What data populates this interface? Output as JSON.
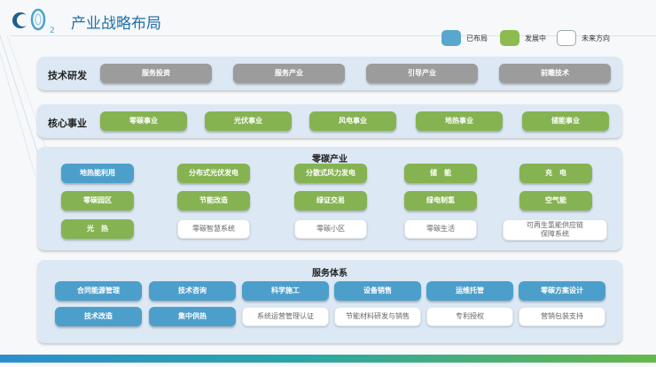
{
  "header": {
    "title": "产业战略布局",
    "logo_text": "C O",
    "logo_sub": "2"
  },
  "legend": [
    {
      "label": "已布局",
      "color": "#57a7cf"
    },
    {
      "label": "发展中",
      "color": "#8dbb4f"
    },
    {
      "label": "未来方向",
      "color": "#ffffff"
    }
  ],
  "tech_rd": {
    "label": "技术研发",
    "items": [
      "服务投资",
      "服务产业",
      "引导产业",
      "前瞻技术"
    ]
  },
  "core": {
    "label": "核心事业",
    "items": [
      "零碳事业",
      "光伏事业",
      "风电事业",
      "地热事业",
      "储能事业"
    ]
  },
  "zero_carbon": {
    "title": "零碳产业",
    "row1": [
      "地热能利用",
      "分布式光伏发电",
      "分散式风力发电",
      "储　能",
      "充　电"
    ],
    "row2": [
      "零碳园区",
      "节能改造",
      "绿证交易",
      "绿电制氢",
      "空气能"
    ],
    "row3": [
      "光　热",
      "零碳智慧系统",
      "零碳小区",
      "零碳生活",
      "可再生氢能供应链\n保障系统"
    ]
  },
  "services": {
    "title": "服务体系",
    "row1": [
      "合同能源管理",
      "技术咨询",
      "科学施工",
      "设备销售",
      "运维托管",
      "零碳方案设计"
    ],
    "row2": [
      "技术改造",
      "集中供热",
      "系统运营管理认证",
      "节能材料研发与销售",
      "专利授权",
      "营销包装支持"
    ]
  },
  "colors": {
    "brand": "#1e6fa8",
    "blue": "#4d9fcb",
    "green": "#86b352",
    "gray": "#9c9c9c",
    "panel": "#dce9f5"
  }
}
